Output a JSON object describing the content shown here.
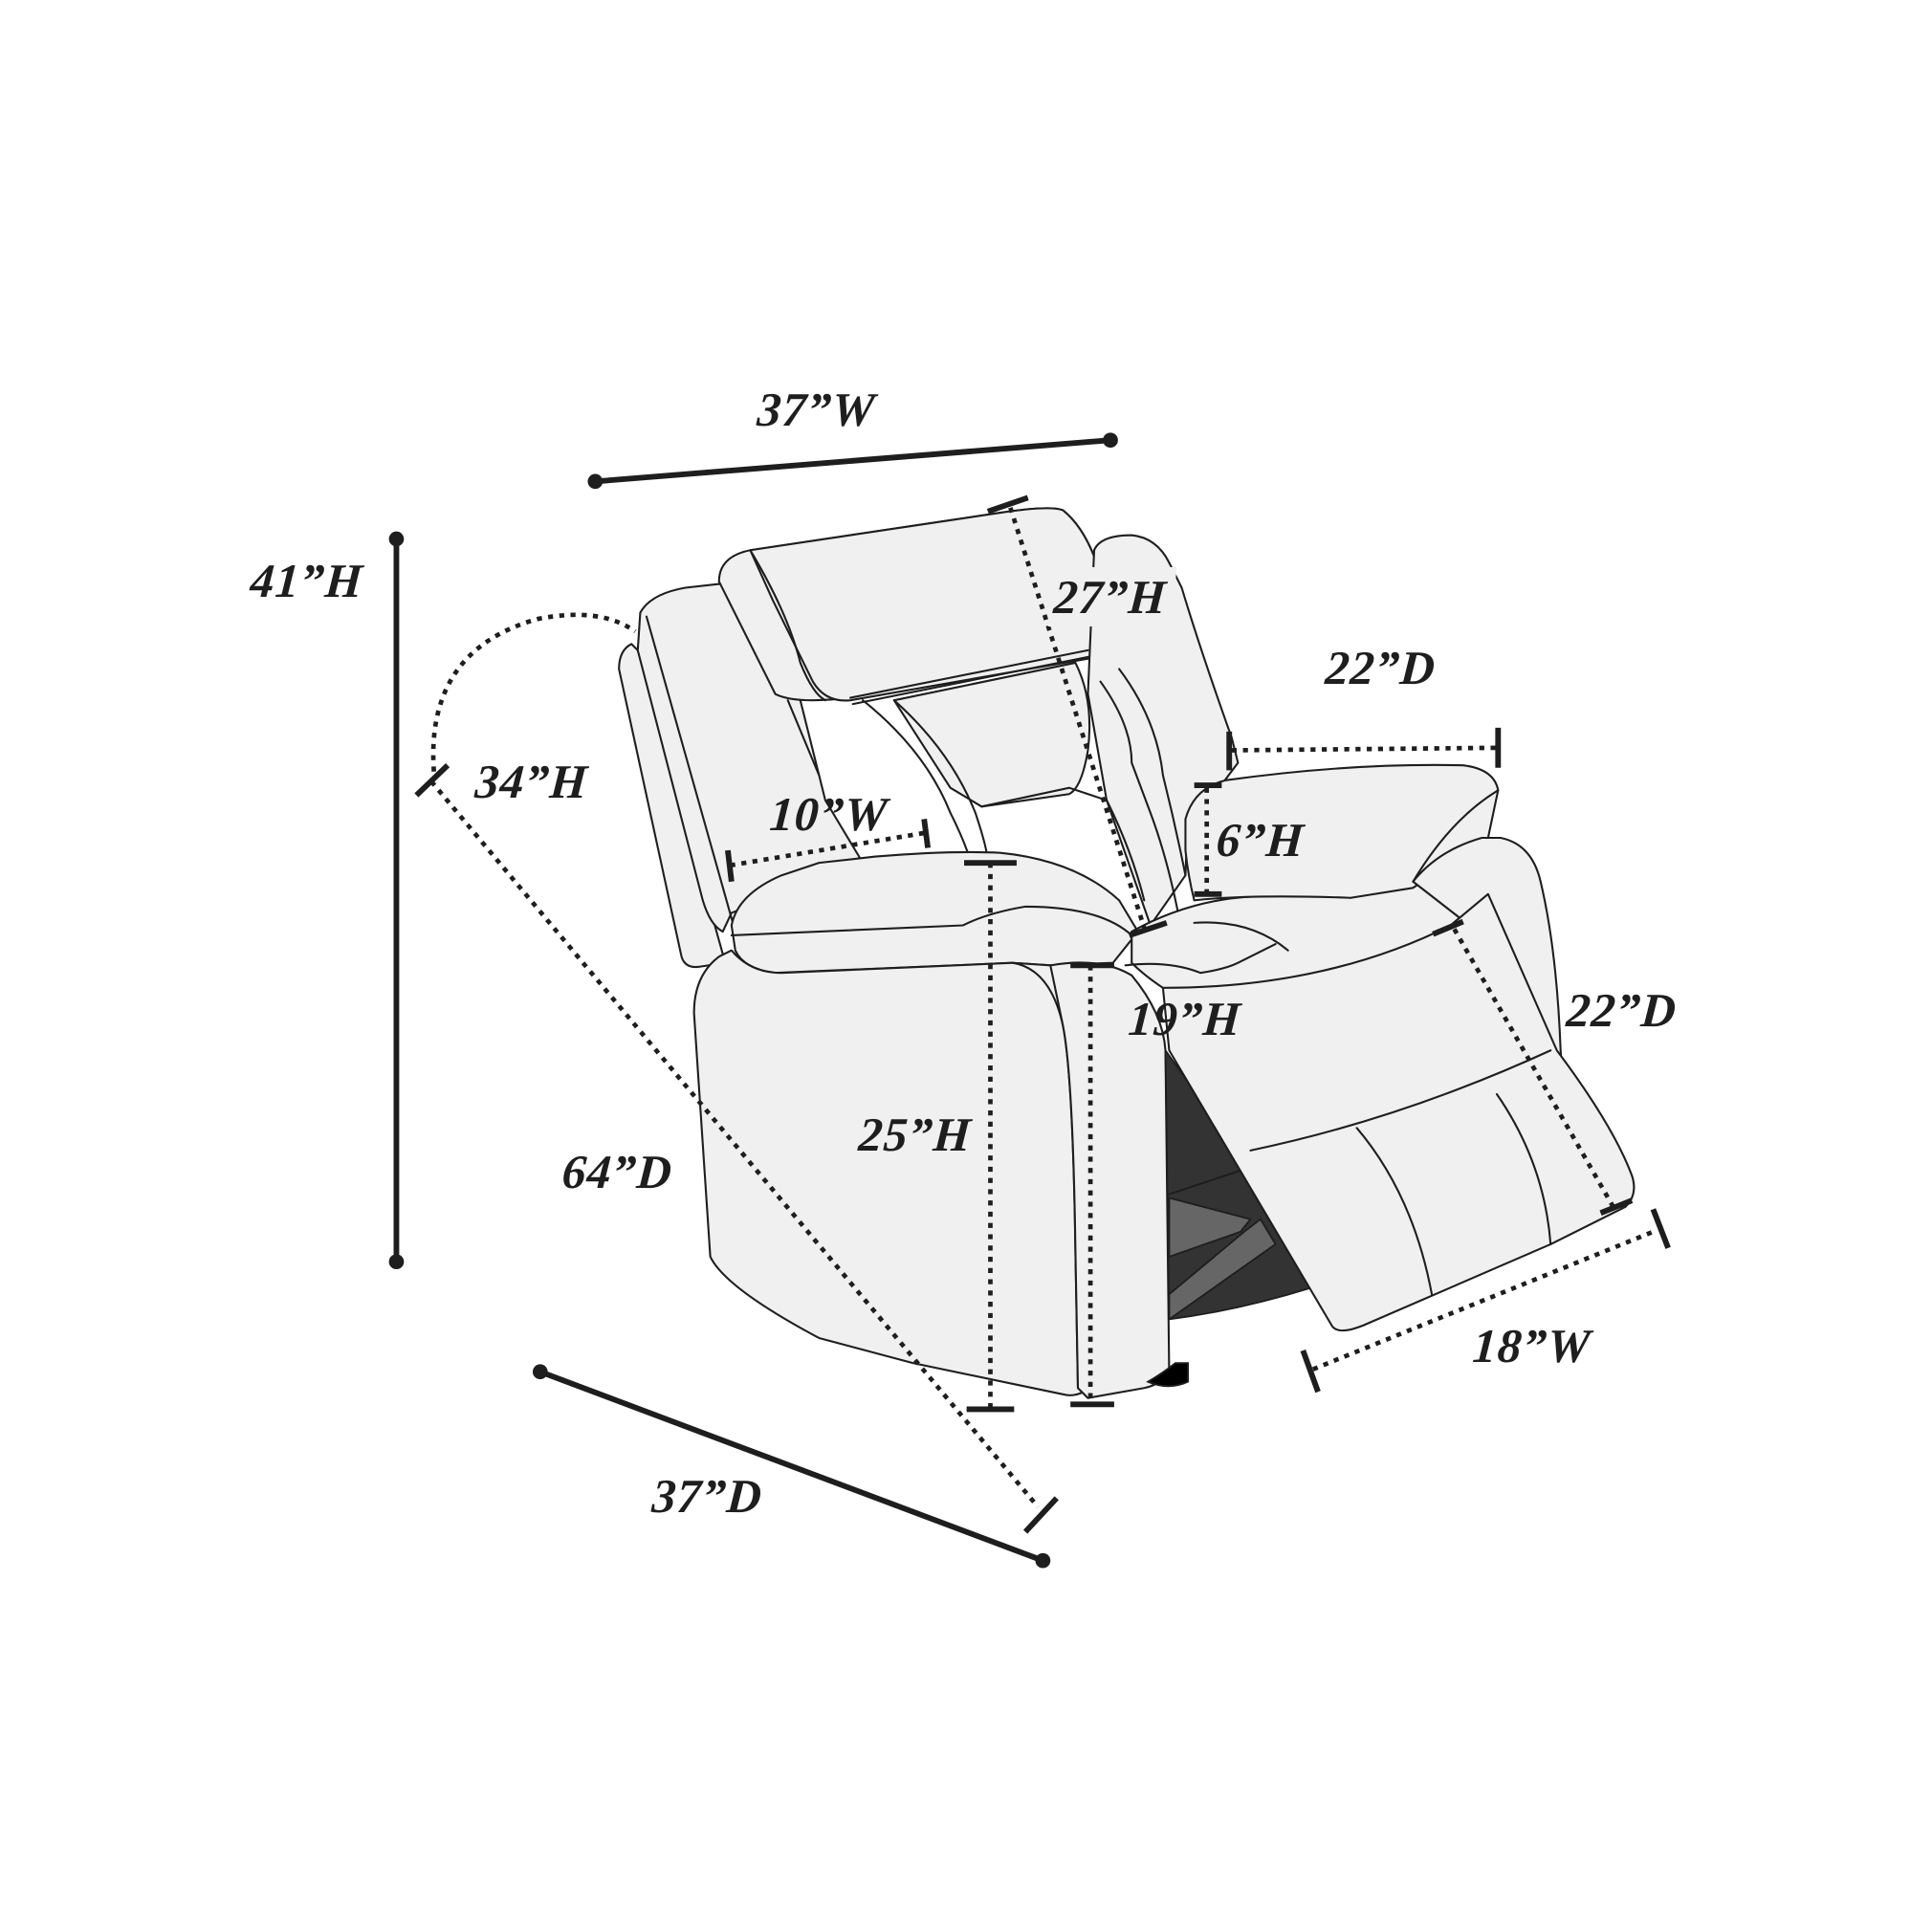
{
  "diagram": {
    "subject": "power glider recliner chair dimension drawing",
    "colors": {
      "background": "#ffffff",
      "upholstery_fill": "#f0f0f0",
      "line": "#1e1e1e",
      "mechanism_dark": "#333333",
      "mechanism_mid": "#666666"
    },
    "dimensions": {
      "overall_width": "37”W",
      "overall_height": "41”H",
      "back_height_reclined": "34”H",
      "reclined_depth": "64”D",
      "arm_width": "10”W",
      "back_height": "27”H",
      "seat_depth": "22”D",
      "arm_height_above_seat": "6”H",
      "seat_height": "19”H",
      "footrest_depth": "22”D",
      "arm_height": "25”H",
      "footrest_width": "18”W",
      "overall_depth": "37”D"
    }
  }
}
